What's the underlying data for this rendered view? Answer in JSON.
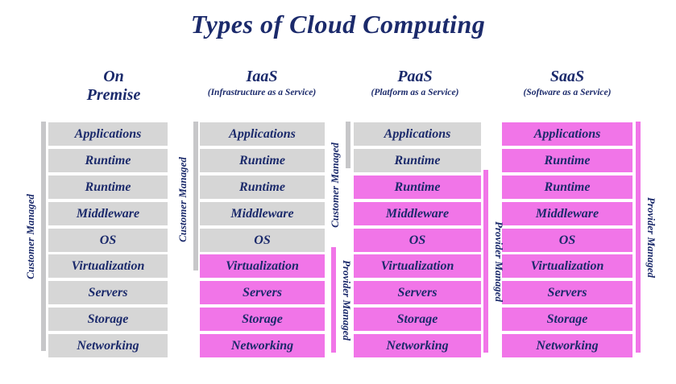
{
  "title": "Types of Cloud Computing",
  "colors": {
    "customer_managed_box": "#d6d6d6",
    "provider_managed_box": "#f175e8",
    "customer_managed_bar": "#c7c7c9",
    "provider_managed_bar": "#f175e8",
    "text_navy": "#1b2a6b",
    "background": "#ffffff"
  },
  "columns": [
    {
      "name": "On Premise",
      "name_line1": "On",
      "name_line2": "Premise",
      "subtitle": "",
      "rows": [
        {
          "label": "Applications",
          "managed": "customer"
        },
        {
          "label": "Runtime",
          "managed": "customer"
        },
        {
          "label": "Runtime",
          "managed": "customer"
        },
        {
          "label": "Middleware",
          "managed": "customer"
        },
        {
          "label": "OS",
          "managed": "customer"
        },
        {
          "label": "Virtualization",
          "managed": "customer"
        },
        {
          "label": "Servers",
          "managed": "customer"
        },
        {
          "label": "Storage",
          "managed": "customer"
        },
        {
          "label": "Networking",
          "managed": "customer"
        }
      ]
    },
    {
      "name": "IaaS",
      "subtitle": "(Infrastructure as a Service)",
      "rows": [
        {
          "label": "Applications",
          "managed": "customer"
        },
        {
          "label": "Runtime",
          "managed": "customer"
        },
        {
          "label": "Runtime",
          "managed": "customer"
        },
        {
          "label": "Middleware",
          "managed": "customer"
        },
        {
          "label": "OS",
          "managed": "customer"
        },
        {
          "label": "Virtualization",
          "managed": "provider"
        },
        {
          "label": "Servers",
          "managed": "provider"
        },
        {
          "label": "Storage",
          "managed": "provider"
        },
        {
          "label": "Networking",
          "managed": "provider"
        }
      ]
    },
    {
      "name": "PaaS",
      "subtitle": "(Platform as a Service)",
      "rows": [
        {
          "label": "Applications",
          "managed": "customer"
        },
        {
          "label": "Runtime",
          "managed": "customer"
        },
        {
          "label": "Runtime",
          "managed": "provider"
        },
        {
          "label": "Middleware",
          "managed": "provider"
        },
        {
          "label": "OS",
          "managed": "provider"
        },
        {
          "label": "Virtualization",
          "managed": "provider"
        },
        {
          "label": "Servers",
          "managed": "provider"
        },
        {
          "label": "Storage",
          "managed": "provider"
        },
        {
          "label": "Networking",
          "managed": "provider"
        }
      ]
    },
    {
      "name": "SaaS",
      "subtitle": "(Software as a Service)",
      "rows": [
        {
          "label": "Applications",
          "managed": "provider"
        },
        {
          "label": "Runtime",
          "managed": "provider"
        },
        {
          "label": "Runtime",
          "managed": "provider"
        },
        {
          "label": "Middleware",
          "managed": "provider"
        },
        {
          "label": "OS",
          "managed": "provider"
        },
        {
          "label": "Virtualization",
          "managed": "provider"
        },
        {
          "label": "Servers",
          "managed": "provider"
        },
        {
          "label": "Storage",
          "managed": "provider"
        },
        {
          "label": "Networking",
          "managed": "provider"
        }
      ]
    }
  ],
  "bars": [
    {
      "id": "onpremise-left",
      "label": "Customer Managed",
      "span": "Applications to Networking"
    },
    {
      "id": "iaas-left",
      "label": "Customer Managed",
      "span": "Applications to OS"
    },
    {
      "id": "iaas-right",
      "label": "Provider Managed",
      "span": "Virtualization to Networking"
    },
    {
      "id": "paas-left",
      "label": "Customer Managed",
      "span": "Applications to Runtime"
    },
    {
      "id": "paas-right",
      "label": "Provider Managed",
      "span": "Runtime to Networking"
    },
    {
      "id": "saas-right",
      "label": "Provider Managed",
      "span": "Applications to Networking"
    }
  ]
}
